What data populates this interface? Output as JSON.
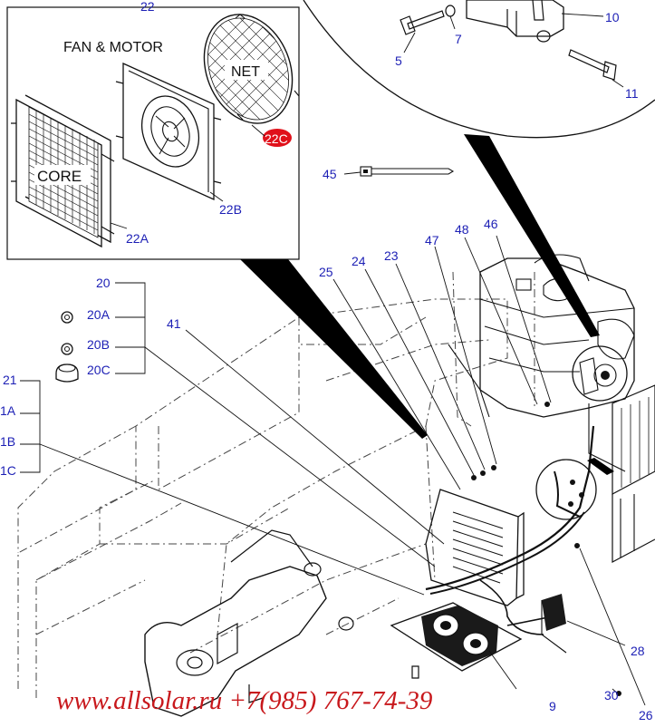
{
  "inset": {
    "title": "FAN & MOTOR",
    "net_label": "NET",
    "core_label": "CORE",
    "callout_main": "22",
    "callout_22a": "22A",
    "callout_22b": "22B",
    "callout_22c": "22C"
  },
  "callouts": {
    "c5": "5",
    "c7": "7",
    "c10": "10",
    "c11": "11",
    "c45": "45",
    "c46": "46",
    "c47": "47",
    "c48": "48",
    "c23": "23",
    "c24": "24",
    "c25": "25",
    "c41": "41",
    "c20": "20",
    "c20a": "20A",
    "c20b": "20B",
    "c20c": "20C",
    "c21": "21",
    "c21a": "1A",
    "c21b": "1B",
    "c21c": "1C",
    "c28": "28",
    "c30": "30",
    "c26": "26",
    "c9": "9"
  },
  "colors": {
    "label": "#1c1fb5",
    "badge": "#e0101a",
    "watermark": "#c8181c"
  },
  "watermark": "www.allsolar.ru +7(985) 767-74-39"
}
